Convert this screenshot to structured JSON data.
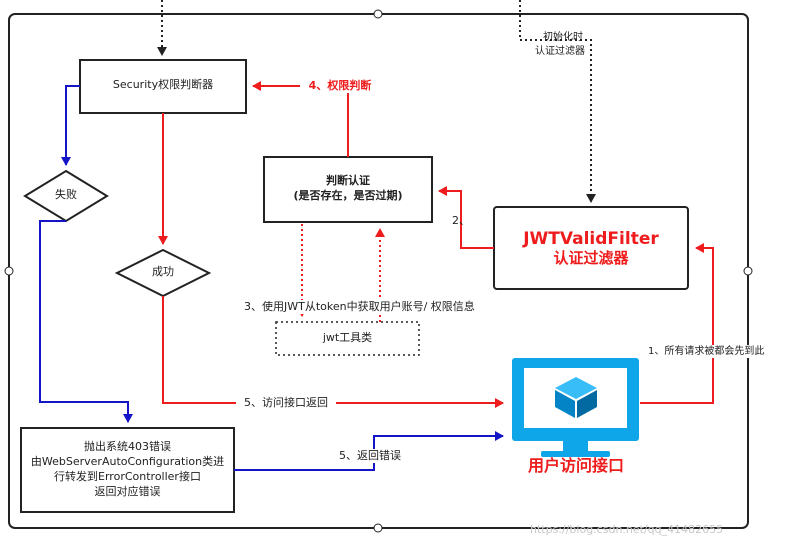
{
  "nodes": {
    "security": "Security权限判断器",
    "judge_line1": "判断认证",
    "judge_line2": "(是否存在，是否过期)",
    "jwt_filter_line1": "JWTValidFilter",
    "jwt_filter_line2": "认证过滤器",
    "jwt_util": "jwt工具类",
    "fail": "失败",
    "success": "成功",
    "throw_line1": "抛出系统403错误",
    "throw_line2": "由WebServerAutoConfiguration类进",
    "throw_line3": "行转发到ErrorController接口",
    "throw_line4": "返回对应错误",
    "user_api": "用户访问接口"
  },
  "edges": {
    "init_line1": "初始化时",
    "init_line2": "认证过滤器",
    "step4": "4、权限判断",
    "step2": "2、",
    "step3": "3、使用JWT从token中获取用户账号/ 权限信息",
    "step1": "1、所有请求被都会先到此",
    "step5_success": "5、访问接口返回",
    "step5_error": "5、返回错误"
  },
  "colors": {
    "red": "#ee1c1c",
    "blue": "#1515c8",
    "dark": "#222222",
    "monitor": "#0ea5e9"
  },
  "icons": {
    "monitor": "monitor-icon",
    "cube": "cube-icon"
  },
  "watermark": "https://blog.csdn.net/qq_41482655"
}
